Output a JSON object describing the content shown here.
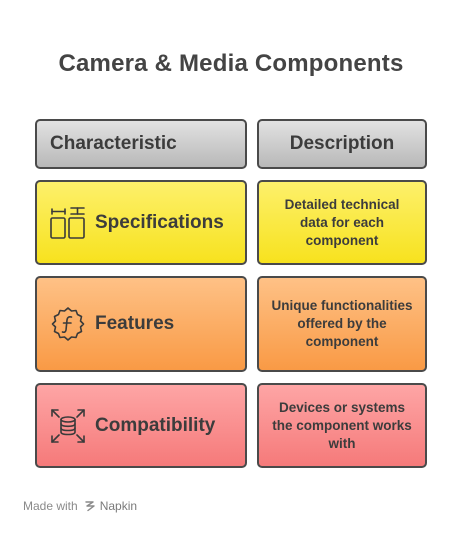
{
  "title": "Camera & Media Components",
  "headers": {
    "characteristic": "Characteristic",
    "description": "Description"
  },
  "rows": [
    {
      "label": "Specifications",
      "icon": "dimensions-icon",
      "description": "Detailed technical data for each component",
      "color": "#f9e634"
    },
    {
      "label": "Features",
      "icon": "function-badge-icon",
      "description": "Unique functionalities offered by the component",
      "color": "#fbab5f"
    },
    {
      "label": "Compatibility",
      "icon": "database-sync-icon",
      "description": "Devices or systems the component works with",
      "color": "#f98d8d"
    }
  ],
  "footer": {
    "made_with": "Made with",
    "brand": "Napkin"
  }
}
